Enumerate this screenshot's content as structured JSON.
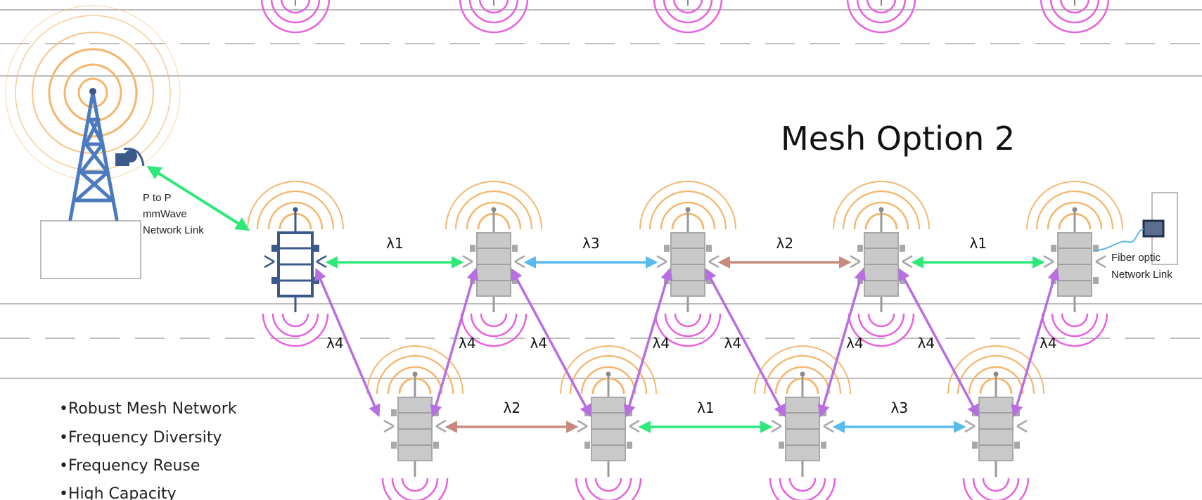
{
  "title": "Mesh Option 2",
  "tower_link_label": [
    "P to P",
    "mmWave",
    "Network Link"
  ],
  "fiber_label": [
    "Fiber optic",
    "Network Link"
  ],
  "bullets": [
    "•Robust Mesh Network",
    "•Frequency Diversity",
    "•Frequency Reuse",
    "•High Capacity"
  ],
  "links": [
    {
      "from": "top-1",
      "to": "top-2",
      "label": "λ1",
      "color": "#2ee87a"
    },
    {
      "from": "top-2",
      "to": "top-3",
      "label": "λ3",
      "color": "#58bbf0"
    },
    {
      "from": "top-3",
      "to": "top-4",
      "label": "λ2",
      "color": "#c98a7e"
    },
    {
      "from": "top-4",
      "to": "top-5",
      "label": "λ1",
      "color": "#2ee87a"
    },
    {
      "from": "bot-1",
      "to": "bot-2",
      "label": "λ2",
      "color": "#c98a7e"
    },
    {
      "from": "bot-2",
      "to": "bot-3",
      "label": "λ1",
      "color": "#2ee87a"
    },
    {
      "from": "bot-3",
      "to": "bot-4",
      "label": "λ3",
      "color": "#58bbf0"
    },
    {
      "from": "top-1",
      "to": "bot-1",
      "label": "λ4",
      "color": "#b86ee0"
    },
    {
      "from": "top-2",
      "to": "bot-1",
      "label": "λ4",
      "color": "#b86ee0"
    },
    {
      "from": "top-2",
      "to": "bot-2",
      "label": "λ4",
      "color": "#b86ee0"
    },
    {
      "from": "top-3",
      "to": "bot-2",
      "label": "λ4",
      "color": "#b86ee0"
    },
    {
      "from": "top-3",
      "to": "bot-3",
      "label": "λ4",
      "color": "#b86ee0"
    },
    {
      "from": "top-4",
      "to": "bot-3",
      "label": "λ4",
      "color": "#b86ee0"
    },
    {
      "from": "top-4",
      "to": "bot-4",
      "label": "λ4",
      "color": "#b86ee0"
    },
    {
      "from": "top-5",
      "to": "bot-4",
      "label": "λ4",
      "color": "#b86ee0"
    }
  ],
  "colors": {
    "road_line": "#a6a6a6",
    "signal_orange": "#f5b56b",
    "signal_pink": "#e860e0",
    "node_gray": "#c9c9c9",
    "node_blue": "#3a5a8c",
    "tower_blue": "#4a7ac0",
    "p2p_link": "#2ee87a",
    "fiber_cable": "#5ab4e8"
  },
  "icons": [
    "cell-tower-icon",
    "mesh-node-icon",
    "fiber-box-icon"
  ]
}
